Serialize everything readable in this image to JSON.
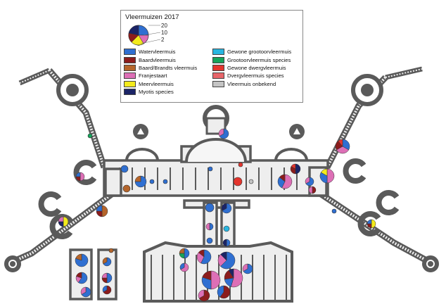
{
  "legend": {
    "title": "Vleermuizen 2017",
    "size_scale": [
      {
        "label": "20",
        "value": 20
      },
      {
        "label": "10",
        "value": 10
      },
      {
        "label": "2",
        "value": 2
      }
    ],
    "species": [
      {
        "label": "Watervleermuis",
        "color": "#2f6fd1"
      },
      {
        "label": "Baardvleermuis",
        "color": "#8c1c1c"
      },
      {
        "label": "Baard/Brandts vleermuis",
        "color": "#b5652b"
      },
      {
        "label": "Franjestaart",
        "color": "#dd6fb6"
      },
      {
        "label": "Meervleermuis",
        "color": "#f3ea1c"
      },
      {
        "label": "Myotis species",
        "color": "#1b2466"
      },
      {
        "label": "Gewone grootoorvleermuis",
        "color": "#29b6e0"
      },
      {
        "label": "Grootoorvleermuis species",
        "color": "#16a45b"
      },
      {
        "label": "Gewone dwergvleermuis",
        "color": "#e4352d"
      },
      {
        "label": "Dvergvleermuis species",
        "color": "#e7656a"
      },
      {
        "label": "Vleermuis onbekend",
        "color": "#c4c4c4"
      }
    ]
  }
}
